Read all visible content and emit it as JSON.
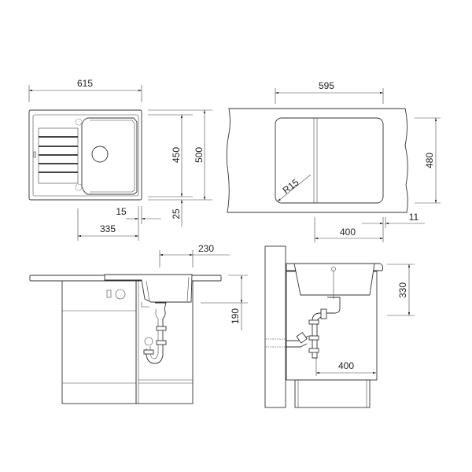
{
  "colors": {
    "line": "#333333",
    "background": "#ffffff"
  },
  "top_view": {
    "width": "615",
    "bowl_depth": "450",
    "depth": "500",
    "offset_front": "25",
    "offset_side": "15",
    "drain_distance": "335"
  },
  "cutout_view": {
    "width": "595",
    "depth": "480",
    "radius": "R15",
    "cabinet_width": "400",
    "offset": "11"
  },
  "front_view": {
    "bowl_width": "230",
    "bowl_depth": "190"
  },
  "side_view": {
    "depth": "330",
    "cabinet_depth": "400"
  }
}
